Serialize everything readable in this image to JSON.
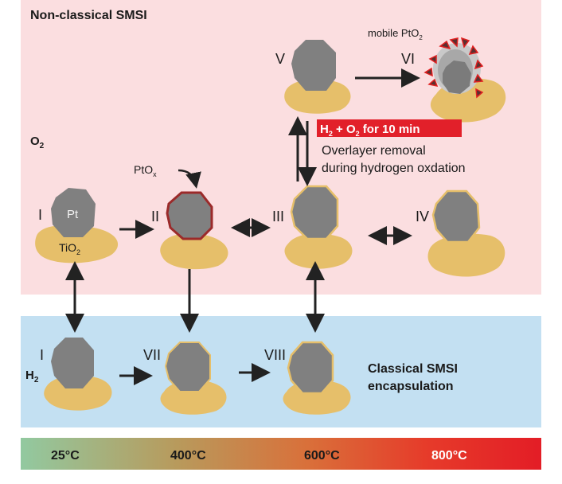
{
  "header": {
    "title": "Non-classical SMSI"
  },
  "atmospheres": {
    "o2": "O",
    "o2_sub": "2",
    "h2": "H",
    "h2_sub": "2"
  },
  "states": {
    "I_top": "I",
    "II": "II",
    "III": "III",
    "IV": "IV",
    "V": "V",
    "VI": "VI",
    "I_bottom": "I",
    "VII": "VII",
    "VIII": "VIII"
  },
  "labels": {
    "pt": "Pt",
    "tio2": "TiO",
    "tio2_sub": "2",
    "ptox": "PtO",
    "ptox_sub": "x",
    "mobile_pto2": "mobile PtO",
    "mobile_pto2_sub": "2"
  },
  "banner": {
    "h": "H",
    "h_sub": "2",
    "o": " + O",
    "o_sub": "2",
    "rest": " for 10 min"
  },
  "overlayer": {
    "line1": "Overlayer removal",
    "line2": "during hydrogen oxdation"
  },
  "classical": {
    "line1": "Classical SMSI",
    "line2": "encapsulation"
  },
  "temperatures": [
    "25°C",
    "400°C",
    "600°C",
    "800°C"
  ],
  "colors": {
    "top_panel": "#fbdee0",
    "bottom_panel": "#c3e0f2",
    "support": "#e6bf6a",
    "particle": "#808080",
    "ptox_shell": "#9b2a2a",
    "banner": "#e2202a",
    "temp_start": "#92c9a0",
    "temp_mid": "#d27a40",
    "temp_end": "#e31d26"
  }
}
